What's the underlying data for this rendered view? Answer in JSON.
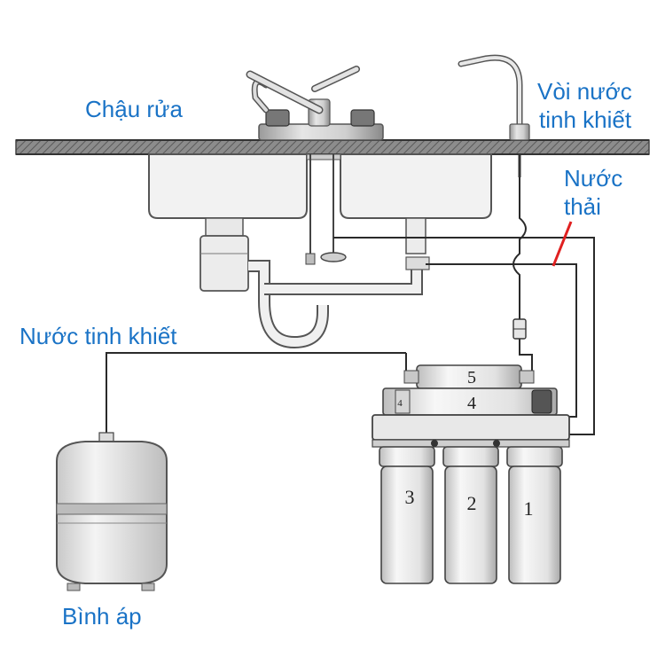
{
  "labels": {
    "sink": "Chậu rửa",
    "pure_faucet_line1": "Vòi nước",
    "pure_faucet_line2": "tinh khiết",
    "waste_line1": "Nước",
    "waste_line2": "thải",
    "pure_water": "Nước tinh khiết",
    "pressure_tank": "Bình áp"
  },
  "stages": [
    "1",
    "2",
    "3",
    "4",
    "4",
    "5"
  ],
  "colors": {
    "label": "#1a73c6",
    "waste_marker": "#e02020",
    "line": "#2a2a2a"
  }
}
